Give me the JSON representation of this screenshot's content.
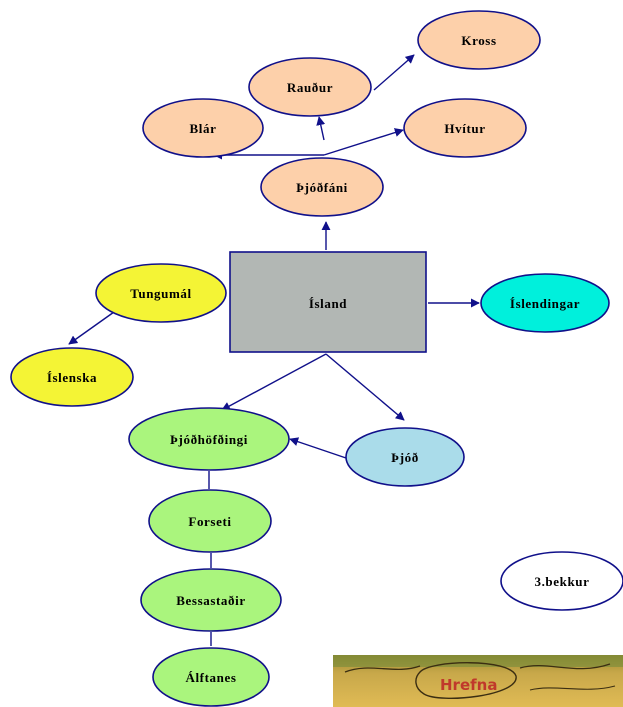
{
  "diagram": {
    "nodes": {
      "island": {
        "label": "Ísland"
      },
      "thjodfani": {
        "label": "Þjóðfáni"
      },
      "blar": {
        "label": "Blár"
      },
      "raudur": {
        "label": "Rauður"
      },
      "kross": {
        "label": "Kross"
      },
      "hvitur": {
        "label": "Hvítur"
      },
      "tungumal": {
        "label": "Tungumál"
      },
      "islenska": {
        "label": "Íslenska"
      },
      "islendingar": {
        "label": "Íslendingar"
      },
      "thjodhofdingi": {
        "label": "Þjóðhöfðingi"
      },
      "thjod": {
        "label": "Þjóð"
      },
      "forseti": {
        "label": "Forseti"
      },
      "bessastadir": {
        "label": "Bessastaðir"
      },
      "alftanes": {
        "label": "Álftanes"
      },
      "bekkur": {
        "label": "3.bekkur"
      }
    },
    "photo": {
      "text": "Hrefna"
    },
    "colors": {
      "outline": "#10108a",
      "peach": "#fdd0aa",
      "yellow": "#f4f435",
      "cyan": "#00f0dc",
      "green": "#aaf57d",
      "lightblue": "#aadcea",
      "gray": "#b2b7b4",
      "white": "#ffffff"
    }
  }
}
